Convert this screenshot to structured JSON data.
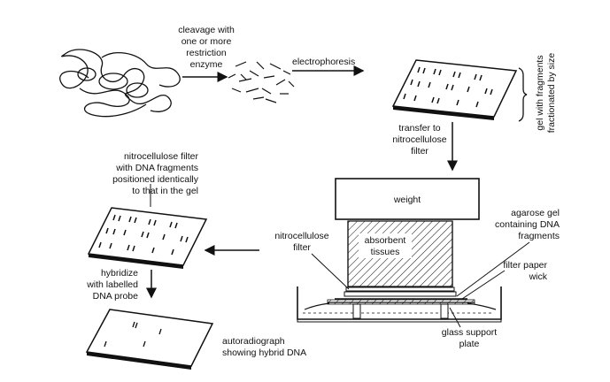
{
  "labels": {
    "cleavage": [
      "cleavage with",
      "one or more",
      "restriction",
      "enzyme"
    ],
    "electrophoresis": "electrophoresis",
    "gel_side": [
      "gel with fragments",
      "fractionated by size"
    ],
    "transfer": [
      "transfer to",
      "nitrocellulose",
      "filter"
    ],
    "nitro_desc": [
      "nitrocellulose filter",
      "with DNA fragments",
      "positioned identically",
      "to that in the gel"
    ],
    "weight": "weight",
    "agarose": [
      "agarose gel",
      "containing DNA",
      "fragments"
    ],
    "nitro_filter": [
      "nitrocellulose",
      "filter"
    ],
    "absorbent": [
      "absorbent",
      "tissues"
    ],
    "filter_paper": [
      "filter paper",
      "wick"
    ],
    "hybridize": [
      "hybridize",
      "with labelled",
      "DNA probe"
    ],
    "glass": [
      "glass support",
      "plate"
    ],
    "autorad": [
      "autoradiograph",
      "showing hybrid DNA"
    ]
  }
}
